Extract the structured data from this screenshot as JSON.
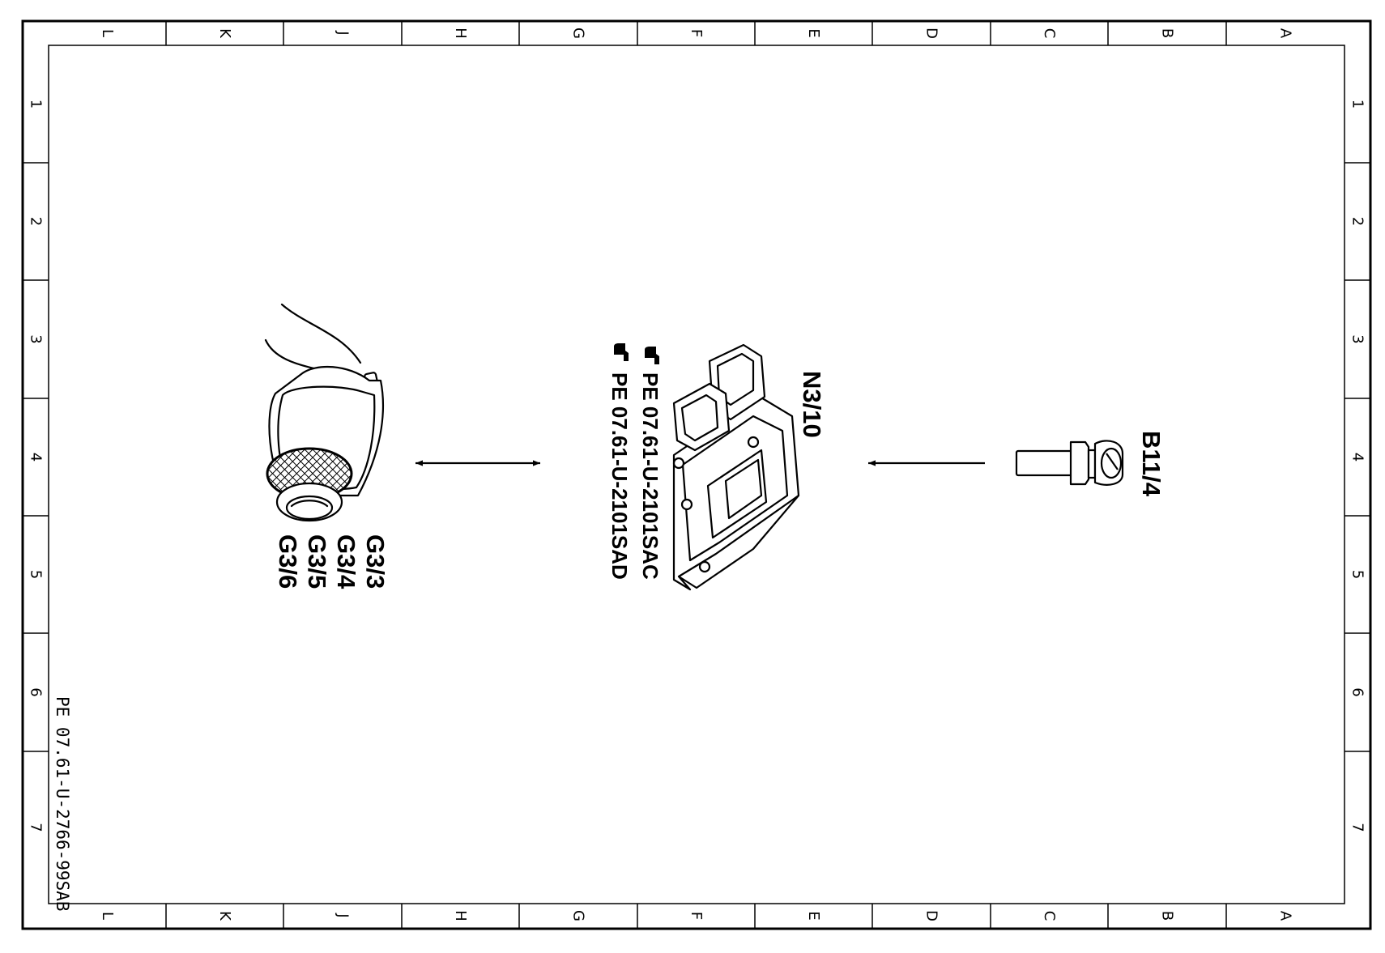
{
  "frame": {
    "column_letters": [
      "L",
      "K",
      "J",
      "H",
      "G",
      "F",
      "E",
      "D",
      "C",
      "B",
      "A"
    ],
    "row_numbers": [
      "1",
      "2",
      "3",
      "4",
      "5",
      "6",
      "7"
    ]
  },
  "components": {
    "left_group": [
      "G3/3",
      "G3/4",
      "G3/5",
      "G3/6"
    ],
    "control_unit": "N3/10",
    "sensor": "B11/4"
  },
  "references": {
    "line1": "PE  07.61-U-2101SAC",
    "line2": "PE  07.61-U-2101SAD"
  },
  "document_id": "PE 07.61-U-2766-99SAB"
}
